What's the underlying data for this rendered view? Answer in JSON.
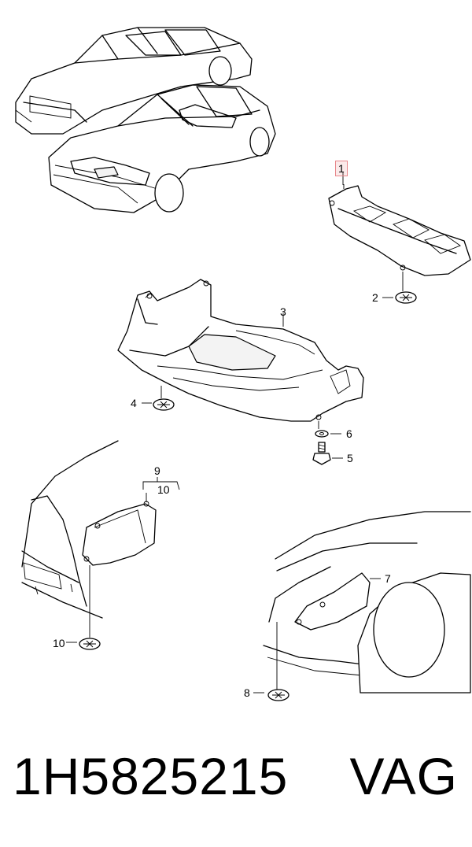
{
  "callouts": {
    "c1": "1",
    "c2": "2",
    "c3": "3",
    "c4": "4",
    "c5": "5",
    "c6": "6",
    "c7": "7",
    "c8": "8",
    "c9": "9",
    "c10a": "10",
    "c10b": "10"
  },
  "footer": {
    "part_number": "1H5825215",
    "brand": "VAG"
  },
  "highlight_color": "#e8888c"
}
